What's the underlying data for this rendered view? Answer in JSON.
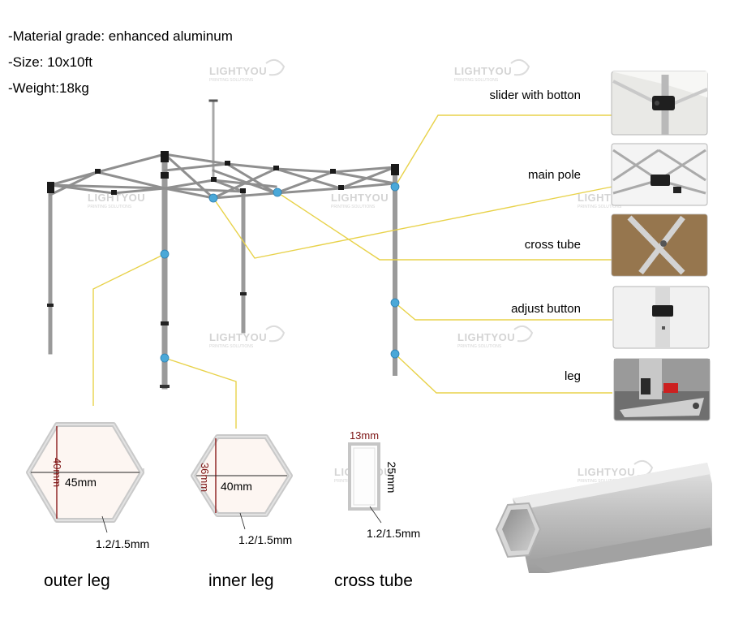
{
  "specs": [
    "-Material grade: enhanced aluminum",
    "-Size: 10x10ft",
    "-Weight:18kg"
  ],
  "callouts": [
    "slider with botton",
    "main pole",
    "cross tube",
    "adjust button",
    "leg"
  ],
  "profiles": {
    "outer_leg": {
      "title": "outer leg",
      "height": "40mm",
      "width": "45mm",
      "thickness": "1.2/1.5mm"
    },
    "inner_leg": {
      "title": "inner leg",
      "height": "36mm",
      "width": "40mm",
      "thickness": "1.2/1.5mm"
    },
    "cross_tube": {
      "title": "cross tube",
      "width": "13mm",
      "height": "25mm",
      "thickness": "1.2/1.5mm"
    }
  },
  "watermark": {
    "brand": "LIGHTYOU",
    "sub": "PRINTING SOLUTIONS"
  },
  "colors": {
    "leader_line": "#e8d24a",
    "joint_dot": "#4aa8d8",
    "frame_metal": "#9a9a9a",
    "frame_dark": "#1a1a1a",
    "dimension_red": "#7a1010"
  }
}
